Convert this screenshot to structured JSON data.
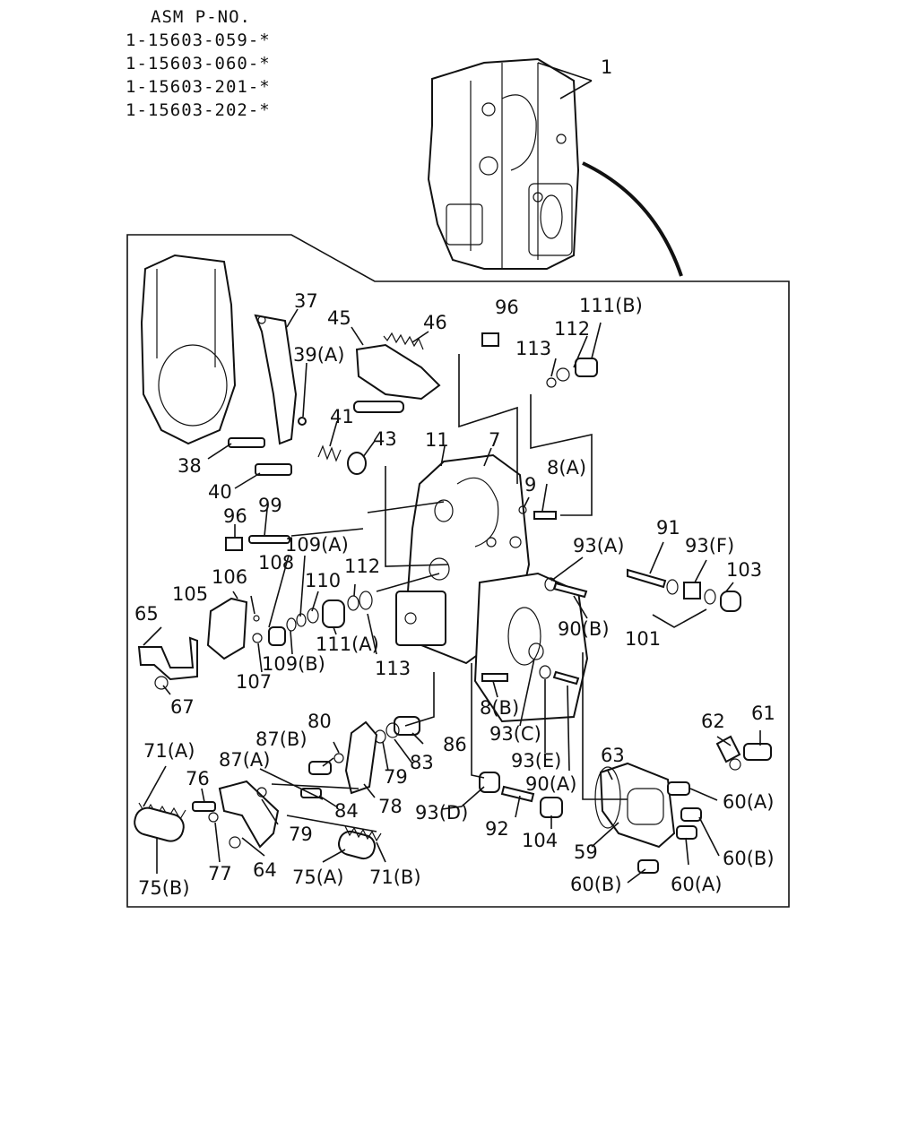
{
  "header": {
    "title": "ASM P-NO.",
    "part_numbers": [
      "1-15603-059-*",
      "1-15603-060-*",
      "1-15603-201-*",
      "1-15603-202-*"
    ]
  },
  "callouts": {
    "c1": "1",
    "c37": "37",
    "c45": "45",
    "c46": "46",
    "c39a": "39(A)",
    "c41": "41",
    "c43": "43",
    "c38": "38",
    "c40": "40",
    "c96a": "96",
    "c99": "99",
    "c96b": "96",
    "c113a": "113",
    "c112a": "112",
    "c111b": "111(B)",
    "c11": "11",
    "c7": "7",
    "c9": "9",
    "c8a": "8(A)",
    "c109a": "109(A)",
    "c108": "108",
    "c106": "106",
    "c110": "110",
    "c112b": "112",
    "c105": "105",
    "c65": "65",
    "c111a": "111(A)",
    "c109b": "109(B)",
    "c113b": "113",
    "c107": "107",
    "c67": "67",
    "c93a": "93(A)",
    "c91": "91",
    "c93f": "93(F)",
    "c103": "103",
    "c90b": "90(B)",
    "c101": "101",
    "c8b": "8(B)",
    "c93c": "93(C)",
    "c93e": "93(E)",
    "c90a": "90(A)",
    "c80": "80",
    "c87b": "87(B)",
    "c86": "86",
    "c83": "83",
    "c79a": "79",
    "c87a": "87(A)",
    "c71a": "71(A)",
    "c76": "76",
    "c84": "84",
    "c78": "78",
    "c79b": "79",
    "c93d": "93(D)",
    "c92": "92",
    "c104": "104",
    "c62": "62",
    "c61": "61",
    "c63": "63",
    "c60a1": "60(A)",
    "c59": "59",
    "c60b1": "60(B)",
    "c60b2": "60(B)",
    "c60a2": "60(A)",
    "c77": "77",
    "c64": "64",
    "c75a": "75(A)",
    "c71b": "71(B)",
    "c75b": "75(B)"
  },
  "colors": {
    "ink": "#111111",
    "paper": "#ffffff"
  }
}
